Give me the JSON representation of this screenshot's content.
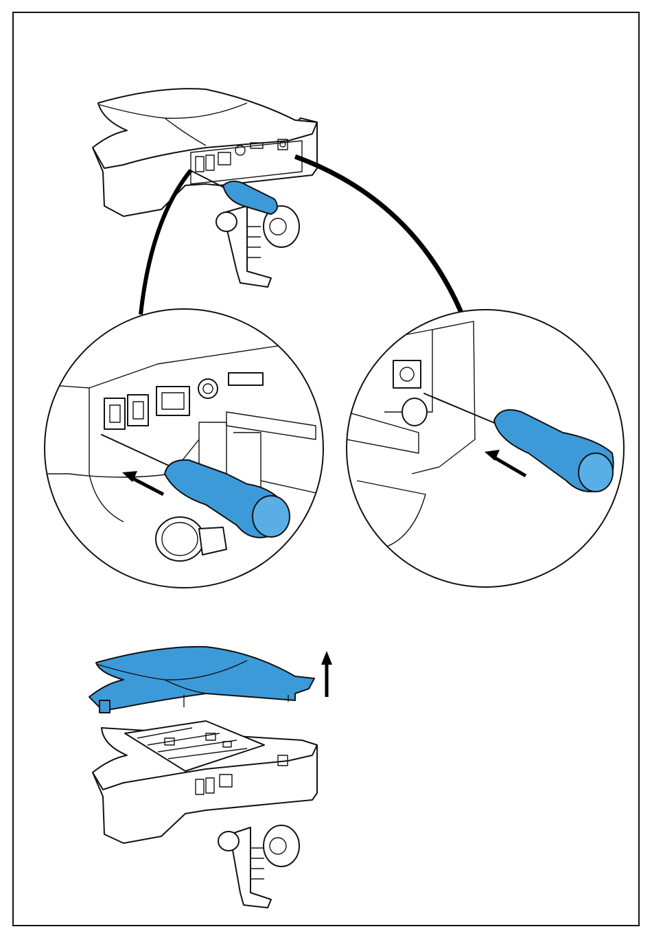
{
  "figure": {
    "accent_color": "#3d9ad9",
    "accent_dark": "#2a7fbf",
    "steps": [
      {
        "id": "unscrew-overview",
        "icon": "screwdriver-icon"
      },
      {
        "id": "detail-left-screw",
        "icon": "screwdriver-icon",
        "arrow": "arrow-left-up-icon"
      },
      {
        "id": "detail-right-screw",
        "icon": "screwdriver-icon",
        "arrow": "arrow-left-up-icon"
      },
      {
        "id": "lift-cover",
        "icon": "arrow-up-icon"
      }
    ]
  }
}
